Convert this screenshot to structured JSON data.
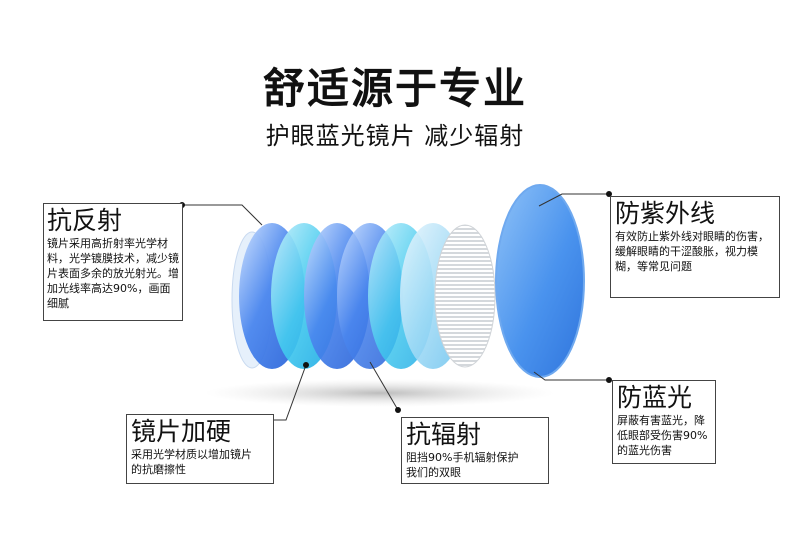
{
  "header": {
    "title": "舒适源于专业",
    "subtitle": "护眼蓝光镜片  减少辐射"
  },
  "features": {
    "anti_reflection": {
      "title": "抗反射",
      "desc": "镜片采用高折射率光学材料，光学镀膜技术，减少镜片表面多余的放光射光。增加光线率高达90%，画面细腻"
    },
    "uv_protection": {
      "title": "防紫外线",
      "desc": "有效防止紫外线对眼睛的伤害，缓解眼睛的干涩酸胀，视力模糊，等常见问题"
    },
    "blue_light": {
      "title": "防蓝光",
      "desc": "屏蔽有害蓝光，降低眼部受伤害90%的蓝光伤害"
    },
    "hardening": {
      "title": "镜片加硬",
      "desc": "采用光学材质以增加镜片的抗磨擦性"
    },
    "anti_radiation": {
      "title": "抗辐射",
      "desc": "阻挡90%手机辐射保护我们的双眼"
    }
  },
  "colors": {
    "blue_deep": "#2f6fe0",
    "blue_mid": "#4f8fee",
    "cyan": "#36c9ef",
    "light_blue": "#9bd8f4"
  }
}
